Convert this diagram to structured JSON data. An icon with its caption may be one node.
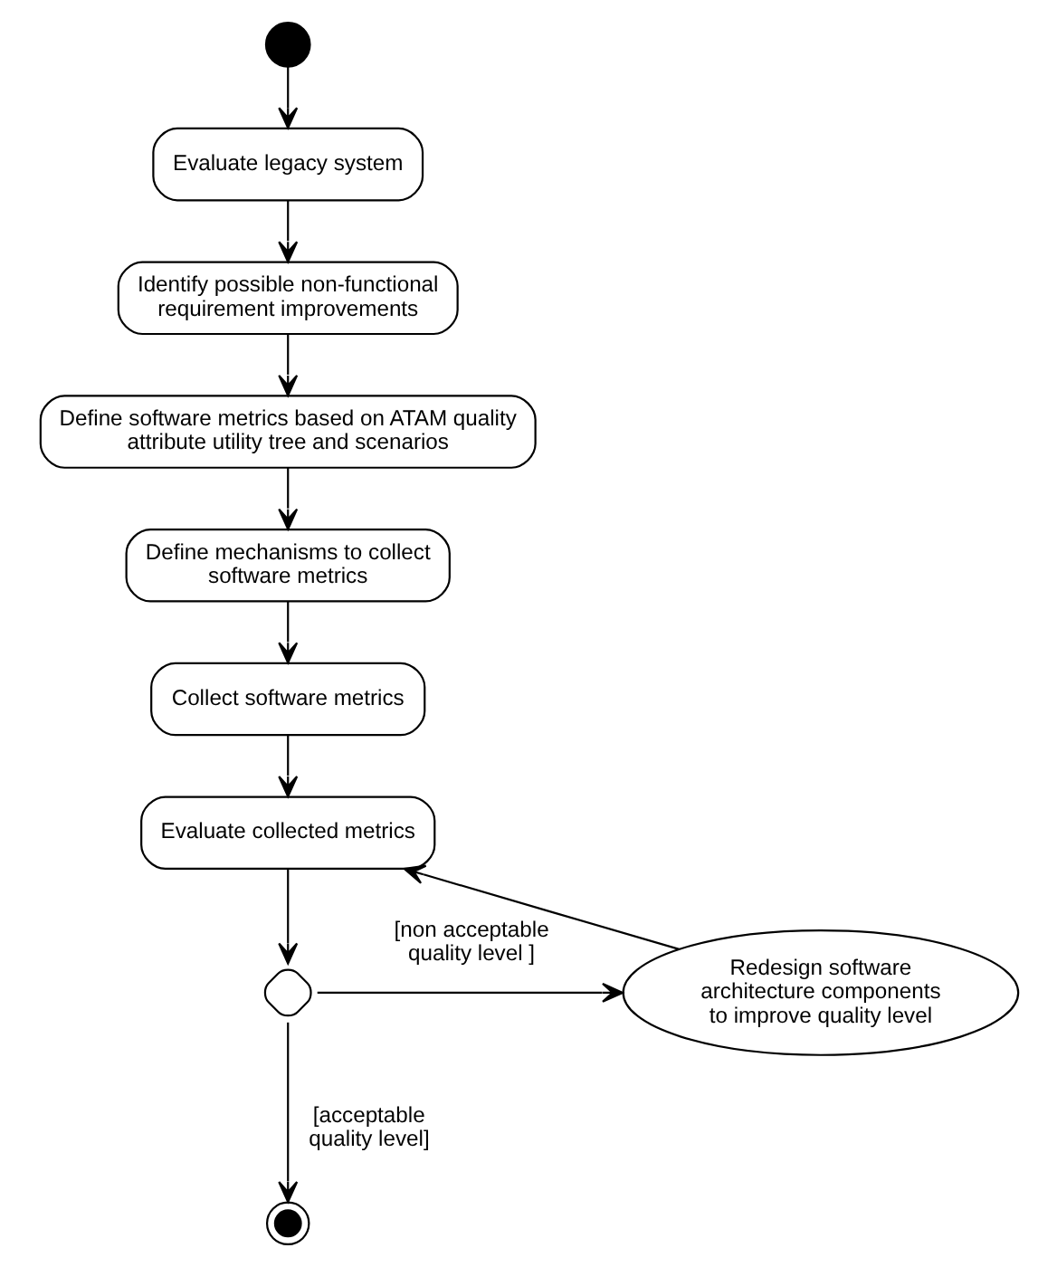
{
  "diagram": {
    "nodes": [
      {
        "text": [],
        "shape": "circle"
      },
      {
        "text": [
          "Evaluate legacy system"
        ]
      },
      {
        "text": [
          "Identify possible non-functional requirement improvements"
        ]
      },
      {
        "text": [
          "Define software metrics based on ATAM quality attribute utility tree and scenarios"
        ]
      },
      {
        "text": [
          "Define mechanisms to collect software metrics"
        ]
      },
      {
        "text": [
          "Collect software metrics"
        ]
      },
      {
        "text": [
          "Evaluate collected metrics"
        ]
      },
      {
        "text": [],
        "shape": "diamond"
      },
      {
        "text": [
          "Redesign software architecture components to improve quality level"
        ]
      },
      {
        "text": [],
        "shape": "circle"
      }
    ],
    "edges": [
      {
        "from": 0,
        "to": 1,
        "arrow": "to"
      },
      {
        "from": 1,
        "to": 2,
        "arrow": "to"
      },
      {
        "from": 2,
        "to": 3,
        "arrow": "to"
      },
      {
        "from": 3,
        "to": 4,
        "arrow": "to"
      },
      {
        "from": 4,
        "to": 5,
        "arrow": "to"
      },
      {
        "from": 5,
        "to": 6,
        "arrow": "to"
      },
      {
        "from": 6,
        "to": 7,
        "arrow": "to"
      },
      {
        "from": 7,
        "to": 8,
        "arrow": "to",
        "label": "[non acceptable quality level ]"
      },
      {
        "from": 8,
        "to": 6,
        "arrow": "to"
      },
      {
        "from": 7,
        "to": 9,
        "arrow": "to",
        "label": "[acceptable quality level]"
      }
    ]
  }
}
